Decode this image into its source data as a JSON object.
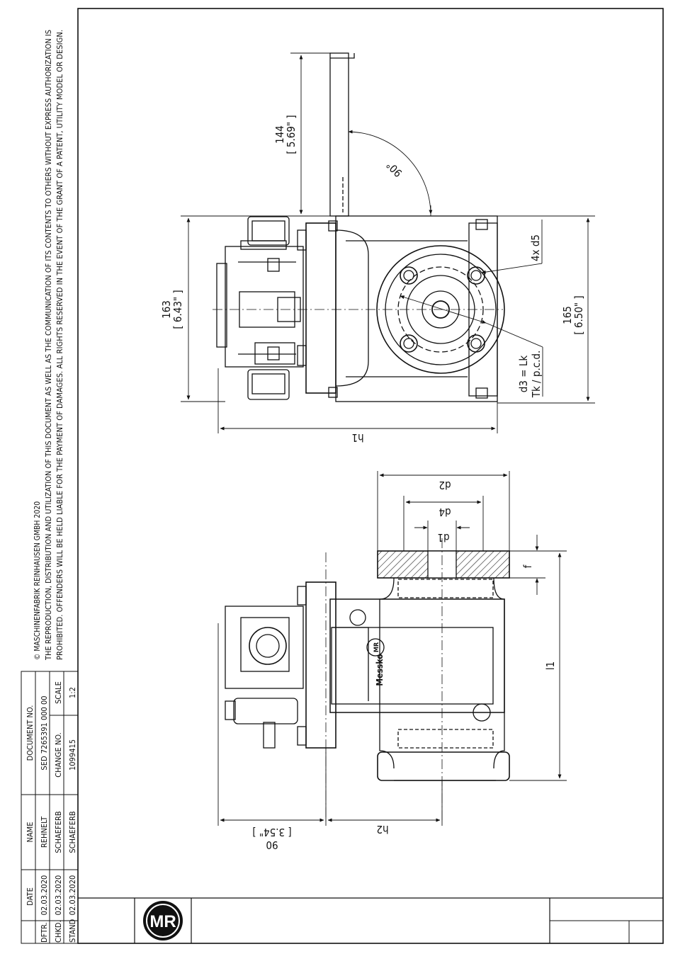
{
  "copyright": {
    "line1": "© MASCHINENFABRIK REINHAUSEN GMBH 2020",
    "line2": "THE REPRODUCTION, DISTRIBUTION AND UTILIZATION OF THIS DOCUMENT AS WELL AS THE COMMUNICATION OF ITS CONTENTS TO OTHERS WITHOUT EXPRESS AUTHORIZATION IS",
    "line3": "PROHIBITED. OFFENDERS WILL BE HELD LIABLE FOR THE PAYMENT OF DAMAGES. ALL RIGHTS RESERVED IN THE EVENT OF THE GRANT OF A PATENT, UTILITY MODEL OR DESIGN."
  },
  "title_block": {
    "col_date": "DATE",
    "col_name": "NAME",
    "col_document": "DOCUMENT NO.",
    "row_dftr": {
      "role": "DFTR.",
      "date": "02.03.2020",
      "name": "REHNELT"
    },
    "row_chkd": {
      "role": "CHKD.",
      "date": "02.03.2020",
      "name": "SCHAEFERB"
    },
    "row_stand": {
      "role": "STAND",
      "date": "02.03.2020",
      "name": "SCHAEFERB"
    },
    "document_no": "SED 7265391 000 00",
    "change_no_label": "CHANGE NO.",
    "change_no": "1099415",
    "scale_label": "SCALE",
    "scale": "1:2",
    "logo_text": "MR"
  },
  "top_view": {
    "dim_144": "144",
    "dim_144_in": "[ 5.69\" ]",
    "angle": "90°",
    "dim_163": "163",
    "dim_163_in": "[ 6.43\" ]",
    "dim_165": "165",
    "dim_165_in": "[ 6.50\" ]",
    "holes": "4x d5",
    "d3": "d3 = Lk",
    "tk": "Tk / p.c.d.",
    "h1": "h1"
  },
  "side_view": {
    "d2": "d2",
    "d4": "d4",
    "d1": "d1",
    "f": "f",
    "l1": "l1",
    "dim_90": "90",
    "dim_90_in": "[ 3.54\" ]",
    "h2": "h2",
    "brand": "Messko",
    "badge": "MR"
  },
  "colors": {
    "line": "#111111",
    "hatch": "#222222",
    "paper": "#ffffff"
  }
}
